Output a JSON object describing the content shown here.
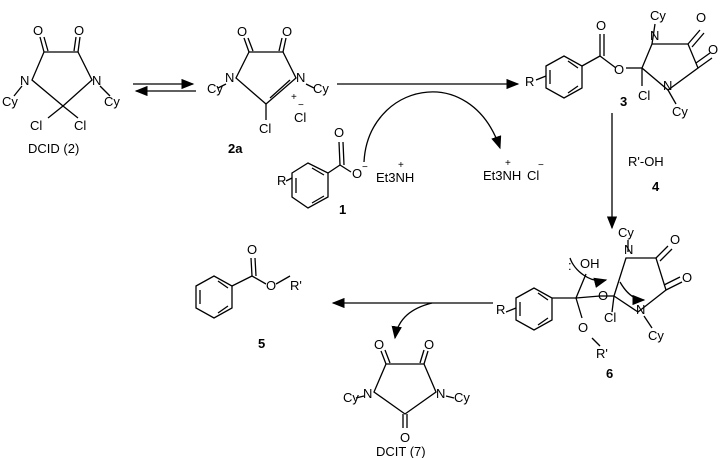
{
  "compounds": {
    "dcid": {
      "name": "DCID (",
      "number": "2",
      "close": ")"
    },
    "c2a": {
      "number": "2a"
    },
    "c1": {
      "number": "1"
    },
    "c3": {
      "number": "3"
    },
    "c4": {
      "reagent": "R'-OH",
      "number": "4"
    },
    "c5": {
      "number": "5"
    },
    "c6": {
      "number": "6"
    },
    "dcit": {
      "name": "DCIT (",
      "number": "7",
      "close": ")"
    }
  },
  "atoms": {
    "O": "O",
    "N": "N",
    "Cl": "Cl",
    "Cy": "Cy",
    "R": "R",
    "OH": "OH",
    "R_prime": "R'",
    "Et3NH": "Et3NH",
    "plus": "+",
    "minus": "−",
    "lone_pair": ":"
  },
  "arrows": {
    "equilibrium": "reversible",
    "step1": "forward",
    "step2": "forward",
    "step3": "forward"
  }
}
